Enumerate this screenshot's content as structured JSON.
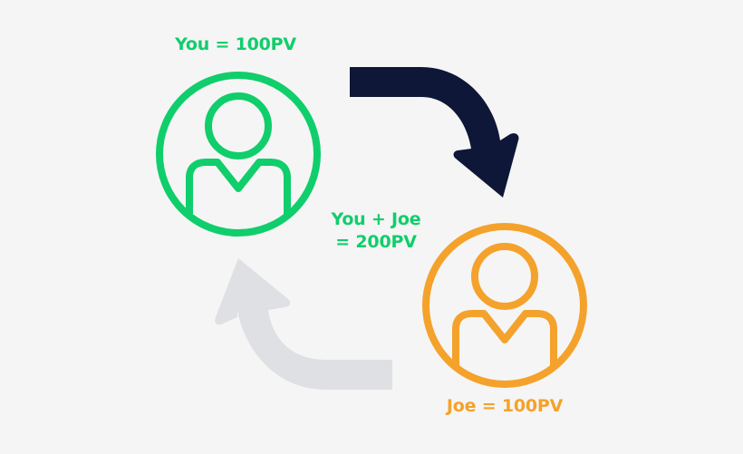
{
  "labels": {
    "you": "You = 100PV",
    "combined_line1": "You + Joe",
    "combined_line2": "= 200PV",
    "joe": "Joe = 100PV"
  },
  "nodes": [
    {
      "id": "you",
      "icon": "user-icon",
      "color": "#10ce6b"
    },
    {
      "id": "joe",
      "icon": "user-icon",
      "color": "#f4a22b"
    }
  ],
  "arrows": [
    {
      "from": "you",
      "to": "joe",
      "icon": "curved-arrow-down-right",
      "color": "#0e1738"
    },
    {
      "from": "joe",
      "to": "you",
      "icon": "curved-arrow-up-left",
      "color": "#dfe0e3"
    }
  ],
  "colors": {
    "background": "#f5f5f5",
    "green": "#10ce6b",
    "orange": "#f4a22b",
    "navy": "#0e1738",
    "gray": "#dfe0e3"
  }
}
